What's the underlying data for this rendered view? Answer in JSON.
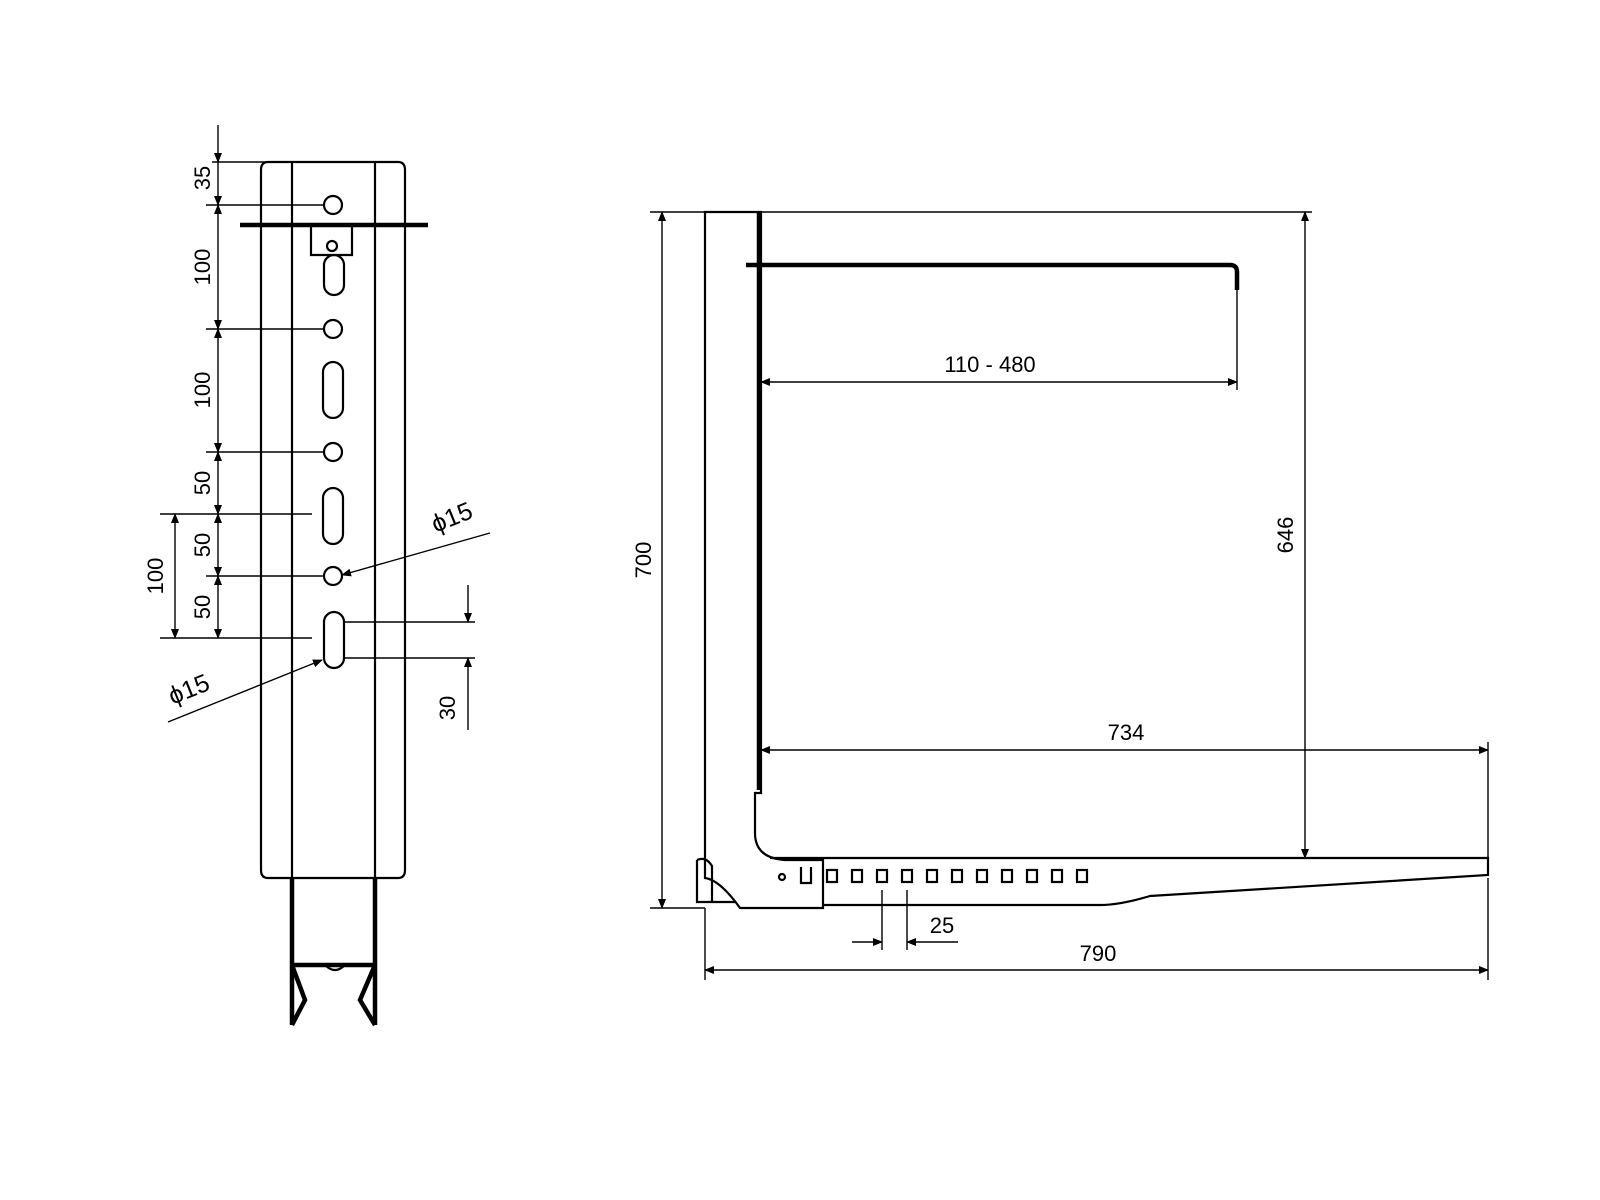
{
  "side_view": {
    "dims": {
      "d35": "35",
      "d100_a": "100",
      "d100_b": "100",
      "d50_a": "50",
      "d50_b": "50",
      "d50_c": "50",
      "d100_c": "100",
      "d30": "30",
      "phi_a": "ϕ15",
      "phi_b": "ϕ15"
    }
  },
  "front_view": {
    "dims": {
      "d110_480": "110 - 480",
      "d646": "646",
      "d700": "700",
      "d734": "734",
      "d25": "25",
      "d790": "790"
    }
  },
  "colors": {
    "line": "#000000",
    "background": "#ffffff"
  }
}
